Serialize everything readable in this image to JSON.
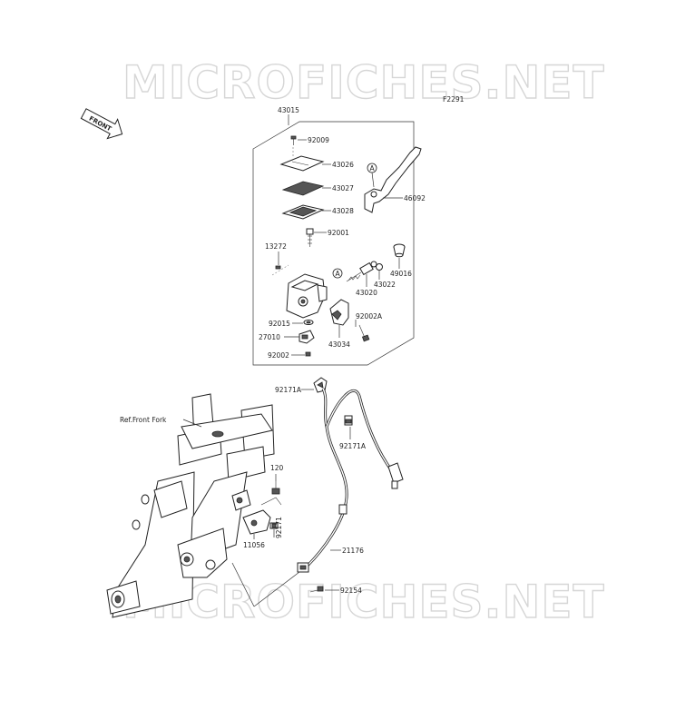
{
  "watermark": "MICROFICHES.NET",
  "figure_code": "F2291",
  "front_label": "FRONT",
  "ref_label": "Ref.Front Fork",
  "circle_marker": "A",
  "group_label": "43015",
  "parts": {
    "p92009": "92009",
    "p43026": "43026",
    "p43027": "43027",
    "p43028": "43028",
    "p46092": "46092",
    "p92001": "92001",
    "p13272": "13272",
    "p49016": "49016",
    "p43022": "43022",
    "p43020": "43020",
    "p92002A": "92002A",
    "p92015": "92015",
    "p27010": "27010",
    "p43034": "43034",
    "p92002": "92002",
    "p92171A_a": "92171A",
    "p92171A_b": "92171A",
    "p120": "120",
    "p92171": "92171",
    "p11056": "11056",
    "p21176": "21176",
    "p92154": "92154"
  }
}
